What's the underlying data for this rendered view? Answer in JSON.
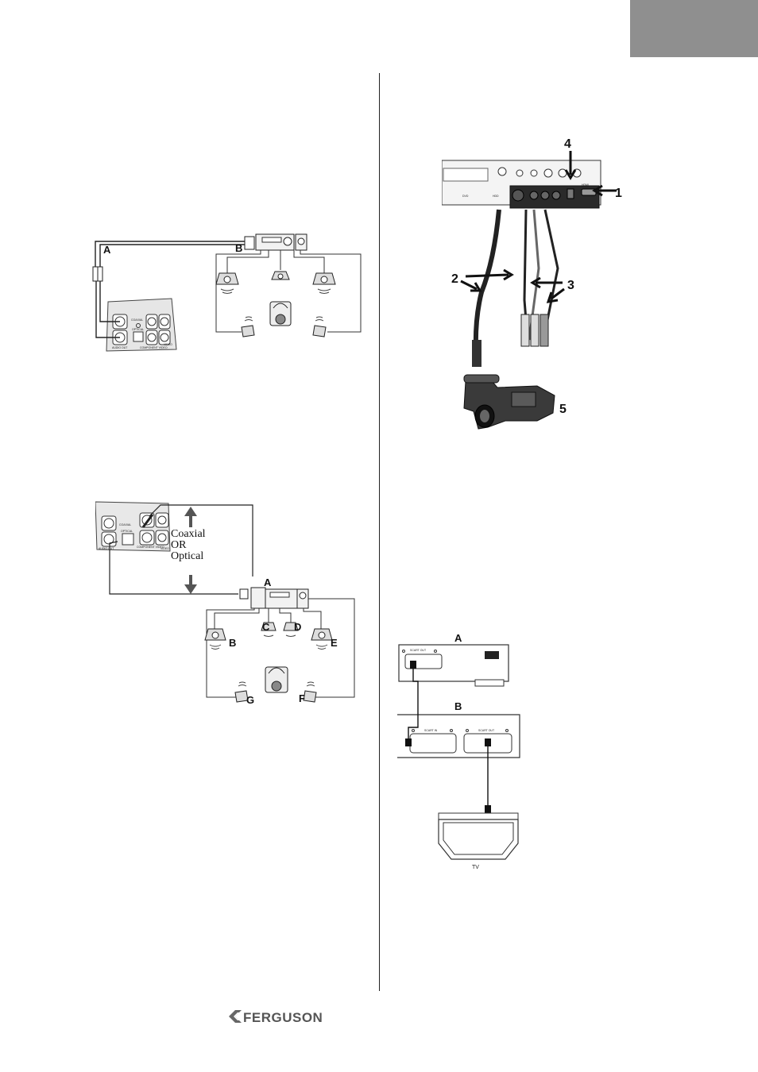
{
  "page": {
    "brand": "FERGUSON"
  },
  "fig_stereo": {
    "labels": {
      "a": "A",
      "b": "B"
    },
    "panel_labels": {
      "coaxial": "COAXIAL",
      "optical": "OPTICAL",
      "audio_out": "AUDIO OUT",
      "component_video": "COMPONENT VIDEO",
      "video": "VIDEO"
    }
  },
  "fig_digital": {
    "note": {
      "line1": "Coaxial",
      "line2": "OR",
      "line3": "Optical"
    },
    "labels": {
      "a": "A",
      "b": "B",
      "c": "C",
      "d": "D",
      "e": "E",
      "f": "F",
      "g": "G"
    },
    "panel_labels": {
      "coaxial": "COAXIAL",
      "optical": "OPTICAL",
      "audio_out": "AUDIO OUT",
      "component_video": "COMPONENT VIDEO",
      "video": "VIDEO"
    }
  },
  "fig_camcorder": {
    "labels": {
      "n1": "1",
      "n2": "2",
      "n3": "3",
      "n4": "4",
      "n5": "5"
    },
    "panel_labels": {
      "dvd": "DVD",
      "hdd": "HDD",
      "hdmi": "HDMI"
    }
  },
  "fig_scart": {
    "labels": {
      "a": "A",
      "b": "B",
      "tv": "TV"
    },
    "panel_labels": {
      "scart_out_a": "SCART OUT",
      "scart_in": "SCART IN",
      "scart_out_b": "SCART OUT"
    }
  }
}
